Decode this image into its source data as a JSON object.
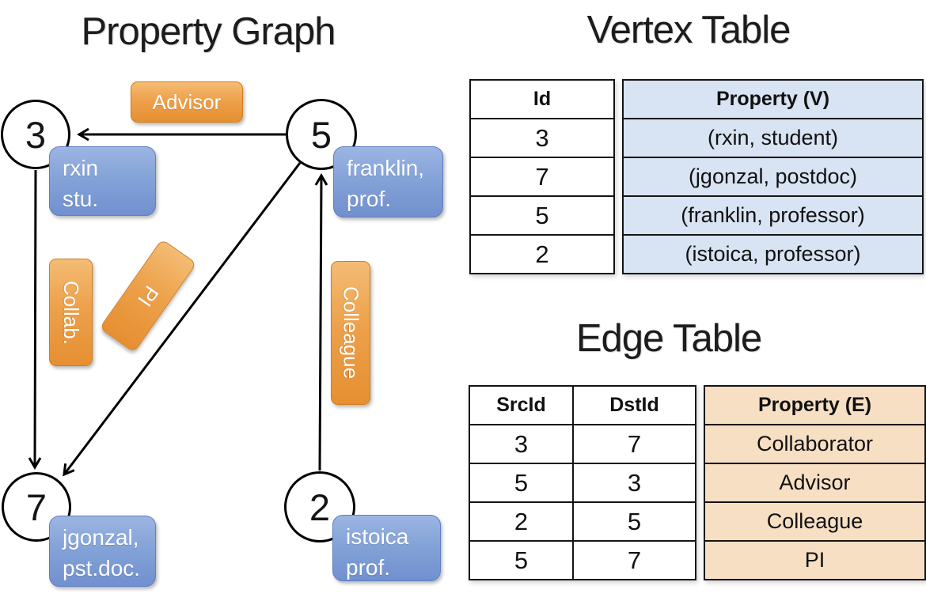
{
  "graph": {
    "title": "Property Graph",
    "vertices": [
      {
        "id": "3",
        "label_line1": "rxin",
        "label_line2": "stu."
      },
      {
        "id": "5",
        "label_line1": "franklin,",
        "label_line2": "prof."
      },
      {
        "id": "7",
        "label_line1": "jgonzal,",
        "label_line2": "pst.doc."
      },
      {
        "id": "2",
        "label_line1": "istoica",
        "label_line2": "prof."
      }
    ],
    "edge_labels": {
      "advisor": "Advisor",
      "collab": "Collab.",
      "pi": "PI",
      "colleague": "Colleague"
    }
  },
  "vertex_table": {
    "title": "Vertex Table",
    "columns": {
      "id": "Id",
      "property": "Property (V)"
    },
    "rows": [
      {
        "id": "3",
        "property": "(rxin, student)"
      },
      {
        "id": "7",
        "property": "(jgonzal, postdoc)"
      },
      {
        "id": "5",
        "property": "(franklin, professor)"
      },
      {
        "id": "2",
        "property": "(istoica, professor)"
      }
    ]
  },
  "edge_table": {
    "title": "Edge Table",
    "columns": {
      "src": "SrcId",
      "dst": "DstId",
      "property": "Property (E)"
    },
    "rows": [
      {
        "src": "3",
        "dst": "7",
        "property": "Collaborator"
      },
      {
        "src": "5",
        "dst": "3",
        "property": "Advisor"
      },
      {
        "src": "2",
        "dst": "5",
        "property": "Colleague"
      },
      {
        "src": "5",
        "dst": "7",
        "property": "PI"
      }
    ]
  },
  "colors": {
    "edge_label_bg": "#eda14b",
    "vertex_label_bg": "#84a3d8",
    "vertex_cell_bg": "#d8e3f3",
    "edge_cell_bg": "#f7dfc4",
    "line": "#000000"
  }
}
